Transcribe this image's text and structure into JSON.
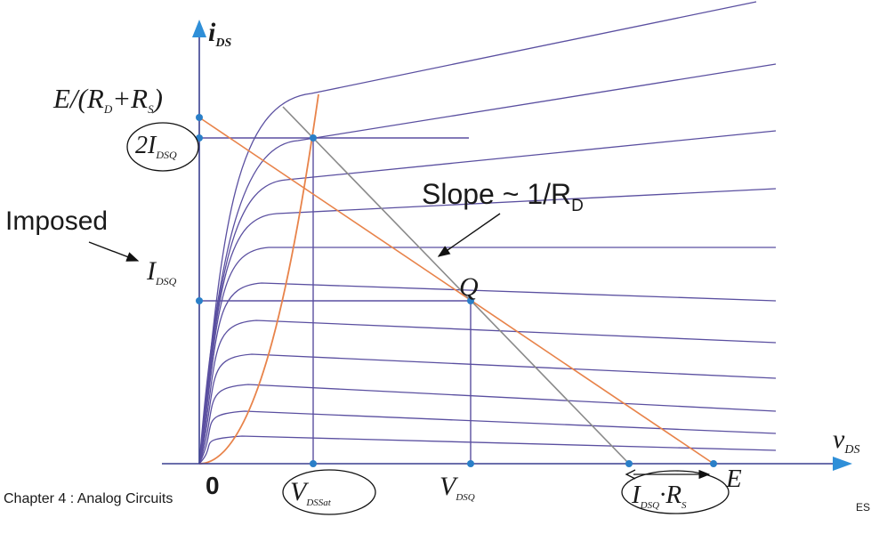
{
  "colors": {
    "curve": "#5a4fa0",
    "axis": "#3a3f8f",
    "arrow_fill": "#2f8fd8",
    "load_line": "#e8834a",
    "slope_line": "#8a8a8a",
    "point": "#2a7fc8",
    "text": "#1a1a1a"
  },
  "labels": {
    "y_axis_main": "i",
    "y_axis_sub": "DS",
    "x_axis_main": "v",
    "x_axis_sub": "DS",
    "e_over_r": "E/(R",
    "e_over_r_sub1": "D",
    "e_over_r_plus": "+R",
    "e_over_r_sub2": "S",
    "e_over_r_close": ")",
    "two_idsq_main": "2I",
    "two_idsq_sub": "DSQ",
    "idsq_main": "I",
    "idsq_sub": "DSQ",
    "imposed": "Imposed",
    "slope_main": "Slope ~ 1/R",
    "slope_sub": "D",
    "q_point": "Q",
    "origin": "0",
    "vdssat_main": "V",
    "vdssat_sub": "DSSat",
    "vdsq_main": "V",
    "vdsq_sub": "DSQ",
    "idsq_rs_main": "I",
    "idsq_rs_sub1": "DSQ",
    "idsq_rs_dot": "·R",
    "idsq_rs_sub2": "S",
    "e_label": "E",
    "footer_left": "Chapter 4 : Analog Circuits",
    "footer_right": "ES"
  },
  "curve_family": {
    "count": 11
  }
}
